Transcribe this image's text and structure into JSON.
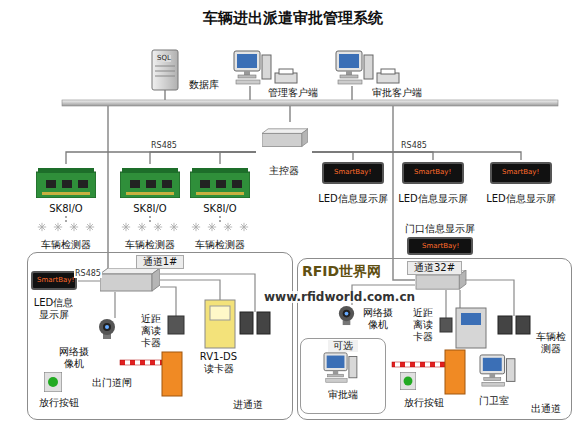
{
  "diagram": {
    "title": "车辆进出派遣审批管理系统",
    "nodes": [
      {
        "text": [
          "数据库"
        ]
      },
      {
        "text": [
          "管理客户端"
        ]
      },
      {
        "text": [
          "审批客户端"
        ]
      },
      {
        "text": [
          "主控器"
        ]
      },
      {
        "text": [
          "SK8I/O"
        ]
      },
      {
        "text": [
          "SK8I/O"
        ]
      },
      {
        "text": [
          "SK8I/O"
        ]
      },
      {
        "text": [
          "车辆检测器"
        ]
      },
      {
        "text": [
          "车辆检测器"
        ]
      },
      {
        "text": [
          "车辆检测器"
        ]
      },
      {
        "text": [
          "LED信息显示屏"
        ]
      },
      {
        "text": [
          "LED信息显示屏"
        ]
      },
      {
        "text": [
          "LED信息显示屏"
        ]
      },
      {
        "text": [
          "门口信息显示屏"
        ]
      },
      {
        "text": [
          "通道1#"
        ]
      },
      {
        "text": [
          "LED信息显示屏"
        ],
        "in": 14
      },
      {
        "text": [
          "网络摄像机"
        ],
        "in": 14
      },
      {
        "text": [
          "近距离读卡器"
        ],
        "in": 14
      },
      {
        "text": [
          "RV1-DS读卡器"
        ],
        "in": 14
      },
      {
        "text": [
          "放行按钮"
        ],
        "in": 14
      },
      {
        "text": [
          "出门道闸"
        ],
        "in": 14
      },
      {
        "text": [
          "进通道"
        ],
        "in": 14
      },
      {
        "text": [
          "通道32#"
        ]
      },
      {
        "text": [
          "网络摄像机"
        ],
        "in": 22
      },
      {
        "text": [
          "近距离读卡器"
        ],
        "in": 22
      },
      {
        "text": [
          "车辆检测器"
        ],
        "in": 22
      },
      {
        "text": [
          "可选"
        ],
        "in": 22
      },
      {
        "text": [
          "审批端"
        ],
        "in": 26
      },
      {
        "text": [
          "放行按钮"
        ],
        "in": 22
      },
      {
        "text": [
          "门卫室"
        ],
        "in": 22
      },
      {
        "text": [
          "出通道"
        ],
        "in": 22
      }
    ],
    "edges": [
      {
        "from": 3,
        "to": 4,
        "arrow": "none"
      },
      {
        "from": 3,
        "to": 5,
        "arrow": "none"
      },
      {
        "from": 3,
        "to": 6,
        "arrow": "none"
      },
      {
        "from": 3,
        "to": 10,
        "arrow": "none"
      },
      {
        "from": 3,
        "to": 11,
        "arrow": "none"
      },
      {
        "from": 3,
        "to": 12,
        "arrow": "none"
      },
      {
        "from": 4,
        "to": 7,
        "arrow": "none"
      },
      {
        "from": 5,
        "to": 8,
        "arrow": "none"
      },
      {
        "from": 6,
        "to": 9,
        "arrow": "none"
      }
    ],
    "labels": [
      "SQL",
      "RS485",
      "RS485",
      "SmartBay!",
      "SmartBay!",
      "SmartBay!",
      "SmartBay!",
      "RS485",
      "SmartBay!",
      "RFID世界网",
      "www.rfidworld.com.cn"
    ]
  }
}
